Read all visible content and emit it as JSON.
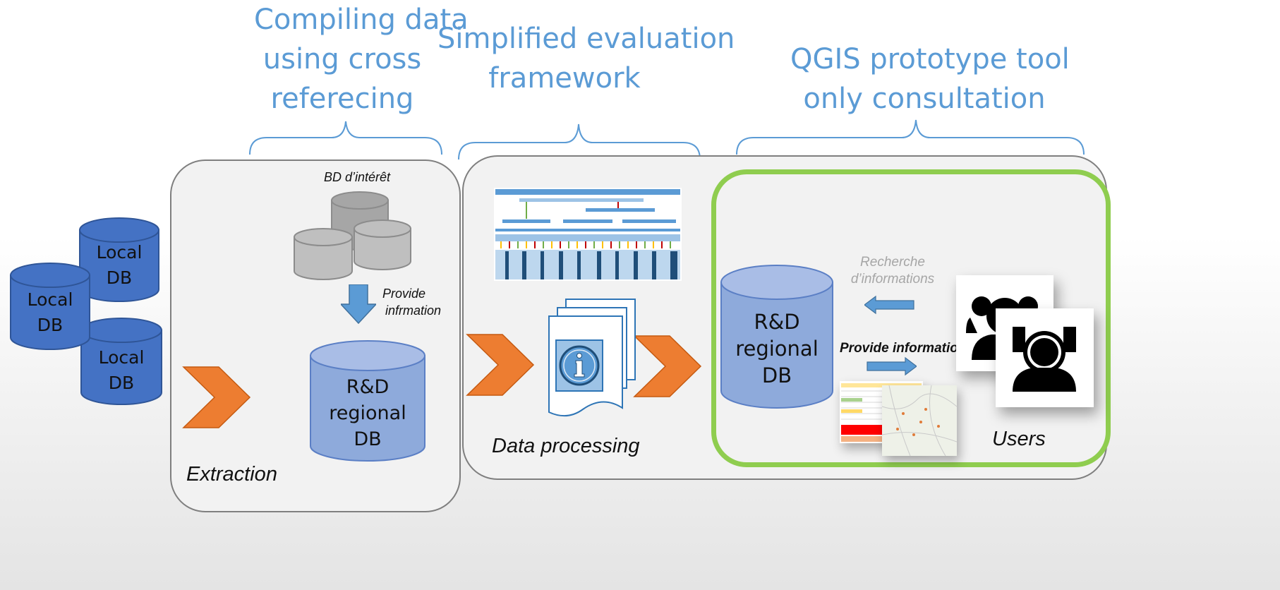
{
  "headings": {
    "compiling": [
      "Compiling data",
      "using cross",
      "referecing"
    ],
    "simplified": [
      "Simplified evaluation",
      "framework"
    ],
    "qgis": [
      "QGIS  prototype tool",
      "only consultation"
    ]
  },
  "local_dbs": [
    {
      "line1": "Local",
      "line2": "DB"
    },
    {
      "line1": "Local",
      "line2": "DB"
    },
    {
      "line1": "Local",
      "line2": "DB"
    }
  ],
  "extraction": {
    "bd_label": "BD d’intérêt",
    "provide_label": [
      "Provide",
      "infrmation"
    ],
    "db_label": [
      "R&D",
      "regional",
      "DB"
    ],
    "stage_label": "Extraction"
  },
  "processing": {
    "stage_label": "Data processing",
    "doc_icon": "info-icon"
  },
  "consultation": {
    "db_label": [
      "R&D",
      "regional",
      "DB"
    ],
    "recherche_label": [
      "Recherche",
      "d’informations"
    ],
    "provide_label": "Provide information",
    "users_label": "Users",
    "user_icon": "users-group-icon"
  },
  "colors": {
    "heading": "#5b9bd5",
    "local_db": "#4472c4",
    "regional_db": "#8eaadb",
    "gray_db": "#bfbfbf",
    "chevron": "#ed7d31",
    "green_frame": "#8fcd4f",
    "arrow_blue": "#5b9bd5"
  }
}
